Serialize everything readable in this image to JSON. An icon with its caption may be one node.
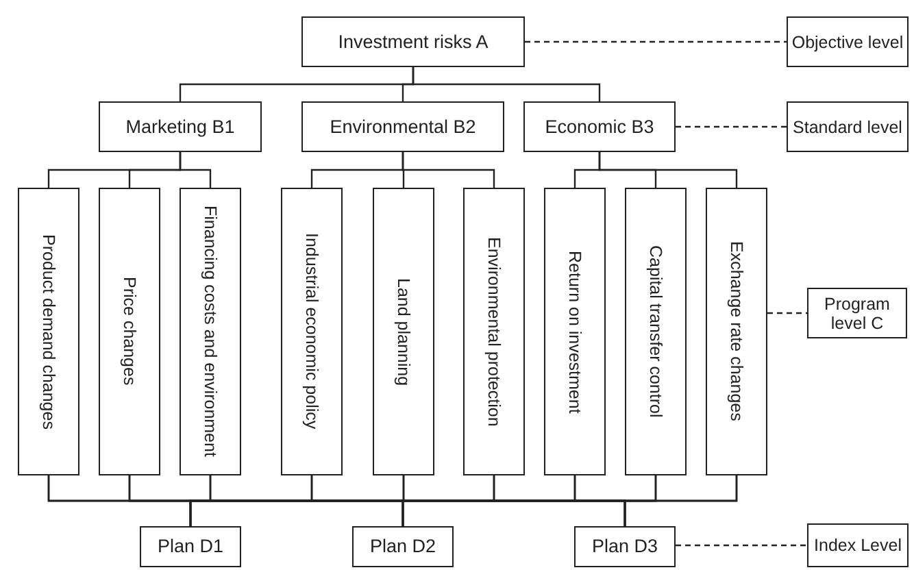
{
  "diagram": {
    "nodes": [
      {
        "text": [
          "Investment risks A"
        ]
      },
      {
        "text": [
          "Objective level"
        ]
      },
      {
        "text": [
          "Marketing B1"
        ]
      },
      {
        "text": [
          "Environmental B2"
        ]
      },
      {
        "text": [
          "Economic B3"
        ]
      },
      {
        "text": [
          "Standard level"
        ]
      },
      {
        "text": [
          "Product demand changes"
        ]
      },
      {
        "text": [
          "Price changes"
        ]
      },
      {
        "text": [
          "Financing costs and environment"
        ]
      },
      {
        "text": [
          "Industrial economic policy"
        ]
      },
      {
        "text": [
          "Land planning"
        ]
      },
      {
        "text": [
          "Environmental protection"
        ]
      },
      {
        "text": [
          "Return on investment"
        ]
      },
      {
        "text": [
          "Capital transfer control"
        ]
      },
      {
        "text": [
          "Exchange rate changes"
        ]
      },
      {
        "text": [
          "Program level C"
        ]
      },
      {
        "text": [
          "Plan D1"
        ]
      },
      {
        "text": [
          "Plan D2"
        ]
      },
      {
        "text": [
          "Plan D3"
        ]
      },
      {
        "text": [
          "Index Level"
        ]
      }
    ],
    "edges": [
      {
        "from": 0,
        "to": 2,
        "arrow": "none"
      },
      {
        "from": 0,
        "to": 3,
        "arrow": "none"
      },
      {
        "from": 0,
        "to": 4,
        "arrow": "none"
      },
      {
        "from": 2,
        "to": 6,
        "arrow": "none"
      },
      {
        "from": 2,
        "to": 7,
        "arrow": "none"
      },
      {
        "from": 2,
        "to": 8,
        "arrow": "none"
      },
      {
        "from": 3,
        "to": 9,
        "arrow": "none"
      },
      {
        "from": 3,
        "to": 10,
        "arrow": "none"
      },
      {
        "from": 3,
        "to": 11,
        "arrow": "none"
      },
      {
        "from": 4,
        "to": 12,
        "arrow": "none"
      },
      {
        "from": 4,
        "to": 13,
        "arrow": "none"
      },
      {
        "from": 4,
        "to": 14,
        "arrow": "none"
      },
      {
        "from": 6,
        "to": 16,
        "arrow": "none"
      },
      {
        "from": 6,
        "to": 17,
        "arrow": "none"
      },
      {
        "from": 6,
        "to": 18,
        "arrow": "none"
      },
      {
        "from": 7,
        "to": 16,
        "arrow": "none"
      },
      {
        "from": 7,
        "to": 17,
        "arrow": "none"
      },
      {
        "from": 7,
        "to": 18,
        "arrow": "none"
      },
      {
        "from": 8,
        "to": 16,
        "arrow": "none"
      },
      {
        "from": 8,
        "to": 17,
        "arrow": "none"
      },
      {
        "from": 8,
        "to": 18,
        "arrow": "none"
      },
      {
        "from": 9,
        "to": 16,
        "arrow": "none"
      },
      {
        "from": 9,
        "to": 17,
        "arrow": "none"
      },
      {
        "from": 9,
        "to": 18,
        "arrow": "none"
      },
      {
        "from": 10,
        "to": 16,
        "arrow": "none"
      },
      {
        "from": 10,
        "to": 17,
        "arrow": "none"
      },
      {
        "from": 10,
        "to": 18,
        "arrow": "none"
      },
      {
        "from": 11,
        "to": 16,
        "arrow": "none"
      },
      {
        "from": 11,
        "to": 17,
        "arrow": "none"
      },
      {
        "from": 11,
        "to": 18,
        "arrow": "none"
      },
      {
        "from": 12,
        "to": 16,
        "arrow": "none"
      },
      {
        "from": 12,
        "to": 17,
        "arrow": "none"
      },
      {
        "from": 12,
        "to": 18,
        "arrow": "none"
      },
      {
        "from": 13,
        "to": 16,
        "arrow": "none"
      },
      {
        "from": 13,
        "to": 17,
        "arrow": "none"
      },
      {
        "from": 13,
        "to": 18,
        "arrow": "none"
      },
      {
        "from": 14,
        "to": 16,
        "arrow": "none"
      },
      {
        "from": 14,
        "to": 17,
        "arrow": "none"
      },
      {
        "from": 14,
        "to": 18,
        "arrow": "none"
      },
      {
        "from": 0,
        "to": 1,
        "arrow": "none",
        "style": "dashed"
      },
      {
        "from": 4,
        "to": 5,
        "arrow": "none",
        "style": "dashed"
      },
      {
        "from": 14,
        "to": 15,
        "arrow": "none",
        "style": "dashed"
      },
      {
        "from": 18,
        "to": 19,
        "arrow": "none",
        "style": "dashed"
      }
    ]
  }
}
